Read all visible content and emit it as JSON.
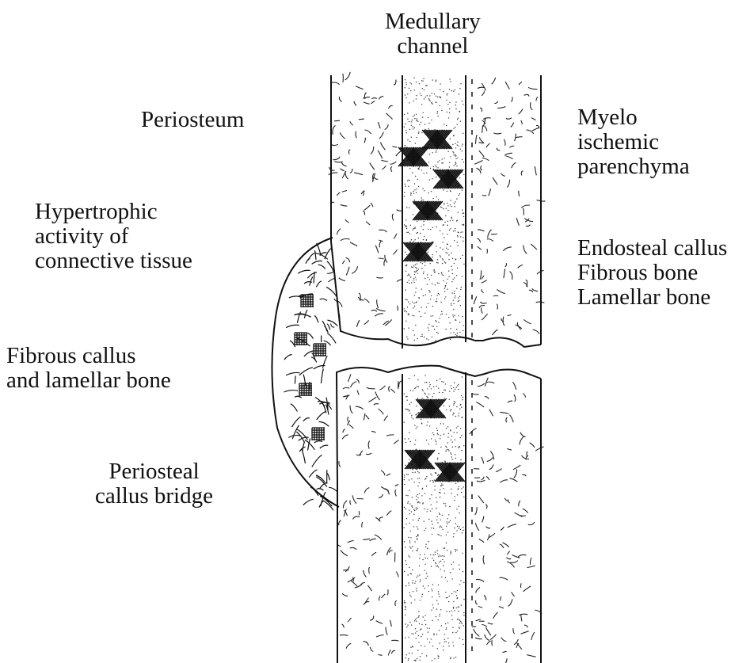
{
  "labels": {
    "medullary_channel": [
      "Medullary",
      "channel"
    ],
    "periosteum": [
      "Periosteum"
    ],
    "myelo_ischemic": [
      "Myelo",
      "ischemic",
      "parenchyma"
    ],
    "hypertrophic": [
      "Hypertrophic",
      "activity of",
      "connective tissue"
    ],
    "endosteal": [
      "Endosteal callus",
      "Fibrous bone",
      "Lamellar bone"
    ],
    "fibrous_callus": [
      "Fibrous callus",
      "and lamellar bone"
    ],
    "periosteal_bridge": [
      "Periosteal",
      "callus bridge"
    ]
  },
  "colors": {
    "ink": "#111111",
    "paper": "#ffffff"
  }
}
